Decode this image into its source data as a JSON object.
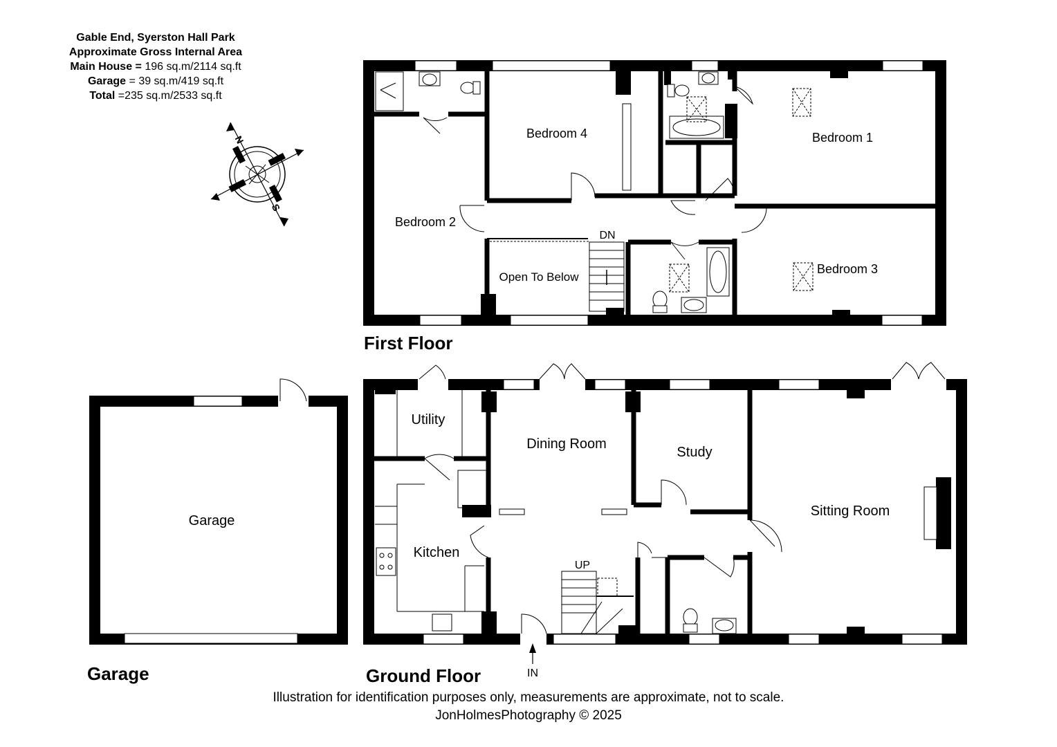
{
  "header": {
    "property": "Gable End, Syerston Hall Park",
    "area_title": "Approximate Gross Internal Area",
    "main_house_label": "Main House =",
    "main_house_value": " 196 sq.m/2114 sq.ft",
    "garage_label": "Garage",
    "garage_value": " = 39 sq.m/419 sq.ft",
    "total_label": "Total",
    "total_value": " =235 sq.m/2533 sq.ft"
  },
  "compass": {
    "north": "N",
    "south": "S"
  },
  "floors": {
    "first": "First Floor",
    "ground": "Ground Floor",
    "garage": "Garage"
  },
  "rooms": {
    "bedroom1": "Bedroom 1",
    "bedroom2": "Bedroom 2",
    "bedroom3": "Bedroom 3",
    "bedroom4": "Bedroom 4",
    "open_to_below": "Open To Below",
    "utility": "Utility",
    "dining_room": "Dining Room",
    "study": "Study",
    "sitting_room": "Sitting Room",
    "kitchen": "Kitchen",
    "garage": "Garage"
  },
  "markers": {
    "down": "DN",
    "up": "UP",
    "entrance": "IN"
  },
  "footer": {
    "disclaimer": "Illustration for identification purposes only, measurements are approximate, not to scale.",
    "copyright": "JonHolmesPhotography © 2025"
  }
}
